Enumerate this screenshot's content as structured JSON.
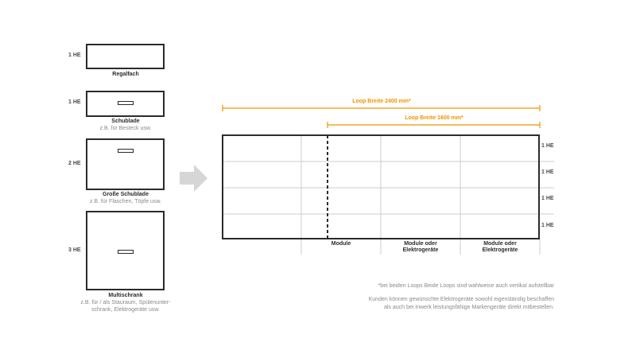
{
  "modules": [
    {
      "he": "1 HE",
      "title": "Regalfach",
      "subtitle": ""
    },
    {
      "he": "1 HE",
      "title": "Schublade",
      "subtitle": "z.B. für Besteck usw."
    },
    {
      "he": "2 HE",
      "title": "Große Schublade",
      "subtitle": "z.B. für Flaschen, Töpfe usw."
    },
    {
      "he": "3 HE",
      "title": "Multischrank",
      "subtitle": "z.B. für / als Stauraum, Spülenunter-schrank, Elektrogeräte usw."
    }
  ],
  "arrow_icon": "arrow-right-icon",
  "dimensions": {
    "loop_2400": "Loop Breite 2400 mm*",
    "loop_1600": "Loop Breite 1600 mm*"
  },
  "grid": {
    "row_labels": [
      "1 HE",
      "1 HE",
      "1 HE",
      "1 HE"
    ],
    "columns": [
      {
        "label": ""
      },
      {
        "label": "Module"
      },
      {
        "label": "Module oder Elektrogeräte"
      },
      {
        "label": "Module oder Elektrogeräte"
      }
    ]
  },
  "notes": {
    "line1": "*bei beiden Loops Beide Loops sind wahlweise auch vertikal aufstellbar",
    "line2": "Kunden können gewünschte Elektrogeräte sowohl eigenständig beschaffen",
    "line3": "als auch bei Inwerk leistungsfähige Markengeräte direkt mitbestellen."
  },
  "colors": {
    "accent": "#f39200",
    "stroke": "#2b2b2b",
    "grid": "#cccccc",
    "arrow": "#d6d6d6"
  }
}
